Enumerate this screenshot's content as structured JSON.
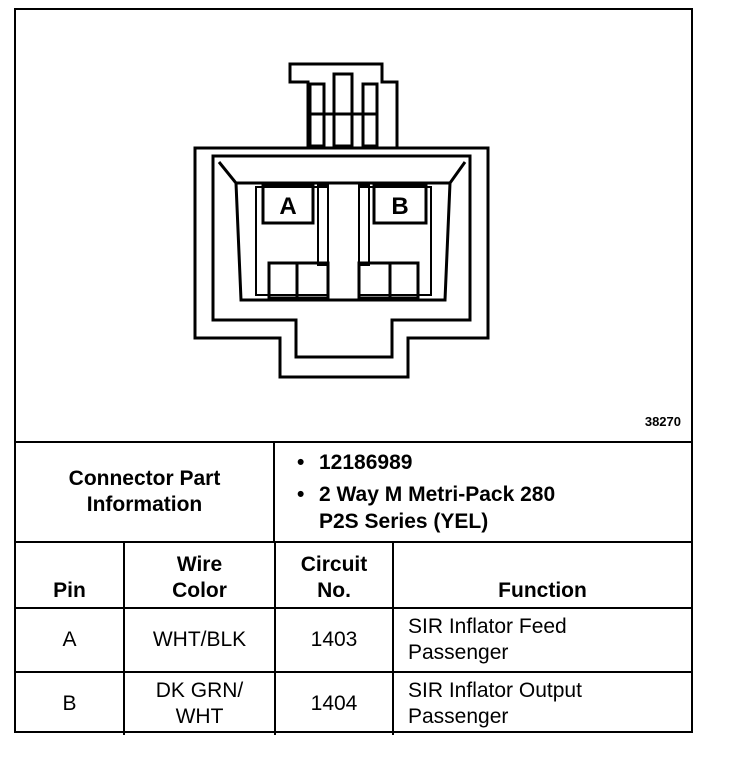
{
  "figure_number": "38270",
  "connector_drawing": {
    "pin_a_label": "A",
    "pin_b_label": "B"
  },
  "connector_info": {
    "label_line1": "Connector Part",
    "label_line2": "Information",
    "part_number": "12186989",
    "description_line1": "2 Way M Metri-Pack 280",
    "description_line2": "P2S Series (YEL)"
  },
  "pin_table": {
    "headers": {
      "pin": "Pin",
      "wire_color_line1": "Wire",
      "wire_color_line2": "Color",
      "circuit_line1": "Circuit",
      "circuit_line2": "No.",
      "function": "Function"
    },
    "rows": [
      {
        "pin": "A",
        "wire_color_line1": "WHT/BLK",
        "wire_color_line2": "",
        "circuit": "1403",
        "function_line1": "SIR Inflator Feed",
        "function_line2": "Passenger"
      },
      {
        "pin": "B",
        "wire_color_line1": "DK GRN/",
        "wire_color_line2": "WHT",
        "circuit": "1404",
        "function_line1": "SIR Inflator Output",
        "function_line2": "Passenger"
      }
    ]
  }
}
